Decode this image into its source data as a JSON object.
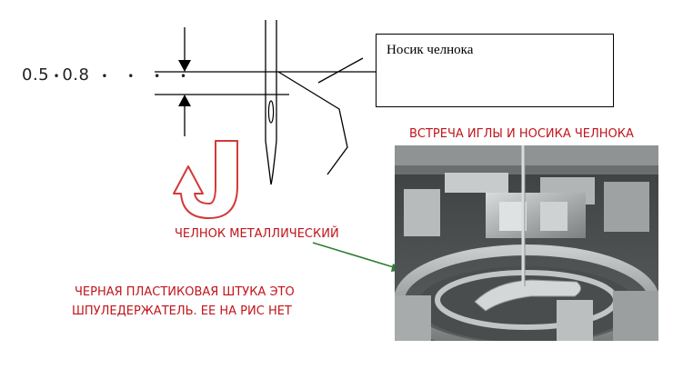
{
  "gauge_labels": {
    "first": "0.5",
    "second": "0.8"
  },
  "hook_label": "Носик челнока",
  "annotations": {
    "meeting": "ВСТРЕЧА ИГЛЫ И НОСИКА ЧЕЛНОКА",
    "metal_hook": "ЧЕЛНОК МЕТАЛЛИЧЕСКИЙ",
    "bobbin_holder_line1": "ЧЕРНАЯ ПЛАСТИКОВАЯ ШТУКА ЭТО",
    "bobbin_holder_line2": "ШПУЛЕДЕРЖАТЕЛЬ. ЕЕ НА РИС НЕТ"
  },
  "colors": {
    "annotation_red": "#c0141a",
    "arrow_red": "#d23a3a",
    "pointer_green": "#2e7d32",
    "line_black": "#000000"
  },
  "icons": {
    "rotation_arrow": "u-turn-arrow-icon",
    "dimension_arrows": "dimension-arrow-icon"
  }
}
